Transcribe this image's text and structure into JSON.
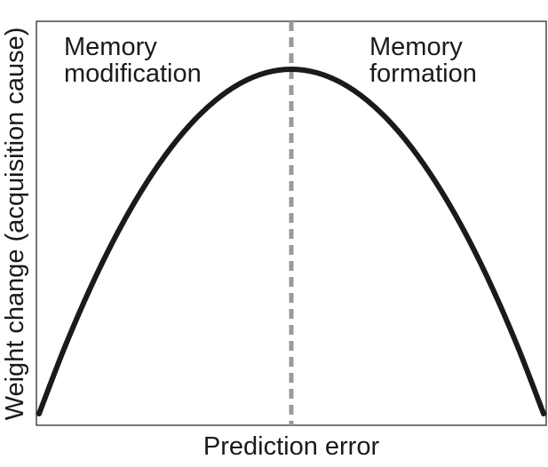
{
  "chart_data": {
    "type": "line",
    "title": "",
    "xlabel": "Prediction error",
    "ylabel": "Weight change (acquisition cause)",
    "x": [
      0,
      0.05,
      0.1,
      0.15,
      0.2,
      0.25,
      0.3,
      0.35,
      0.4,
      0.45,
      0.5,
      0.55,
      0.6,
      0.65,
      0.7,
      0.75,
      0.8,
      0.85,
      0.9,
      0.95,
      1
    ],
    "series": [
      {
        "values": [
          0,
          0.19,
          0.36,
          0.51,
          0.64,
          0.75,
          0.84,
          0.91,
          0.96,
          0.99,
          1,
          0.99,
          0.96,
          0.91,
          0.84,
          0.75,
          0.64,
          0.51,
          0.36,
          0.19,
          0
        ],
        "color": "#1a1a1a"
      }
    ],
    "xlim": [
      0,
      1
    ],
    "ylim": [
      0,
      1
    ],
    "grid": false,
    "divider": {
      "x": 0.5,
      "style": "dashed",
      "color": "#9a9a9a"
    },
    "annotations": [
      {
        "lines": [
          "Memory",
          "modification"
        ],
        "position": "top-left"
      },
      {
        "lines": [
          "Memory",
          "formation"
        ],
        "position": "top-right"
      }
    ]
  },
  "colors": {
    "curve": "#1a1a1a",
    "divider": "#9a9a9a",
    "frame": "#1a1a1a"
  }
}
